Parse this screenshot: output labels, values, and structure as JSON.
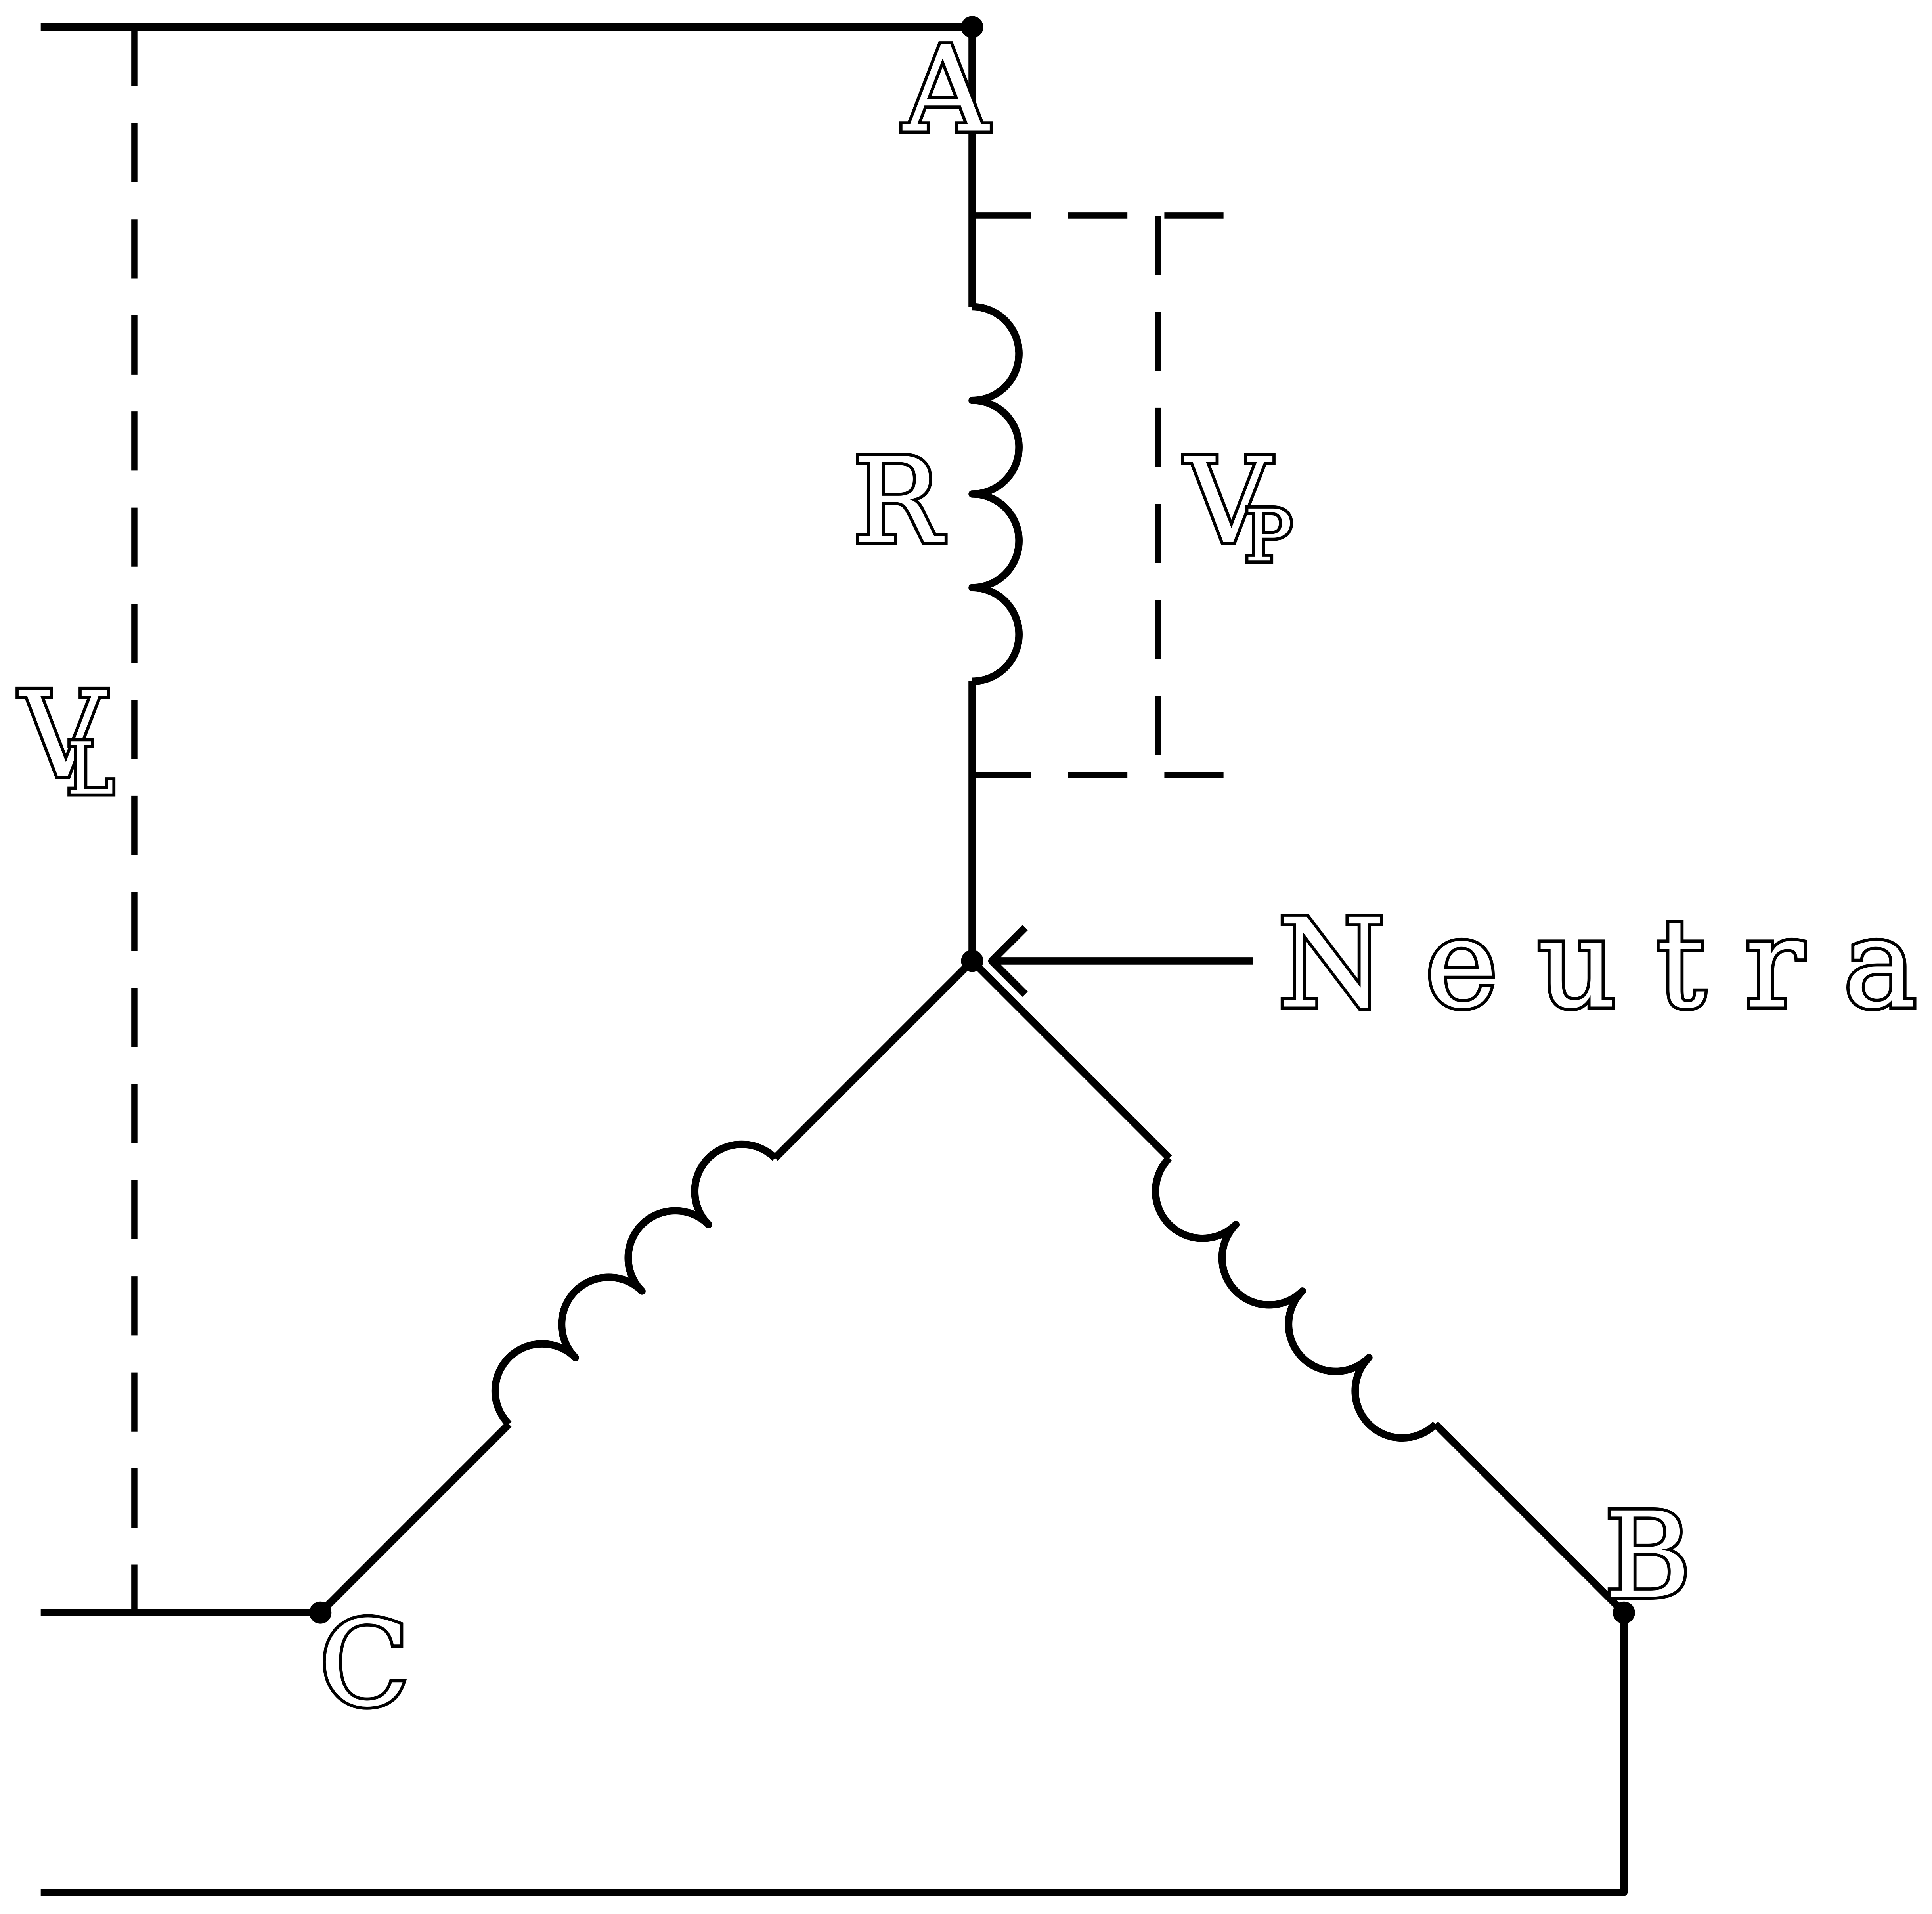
{
  "labels": {
    "node_a": "A",
    "node_b": "B",
    "node_c": "C",
    "winding": "R",
    "vl_main": "V",
    "vl_sub": "L",
    "vp_main": "V",
    "vp_sub": "P",
    "neutral": "Neutral"
  },
  "colors": {
    "line": "#000000",
    "background": "#ffffff"
  }
}
